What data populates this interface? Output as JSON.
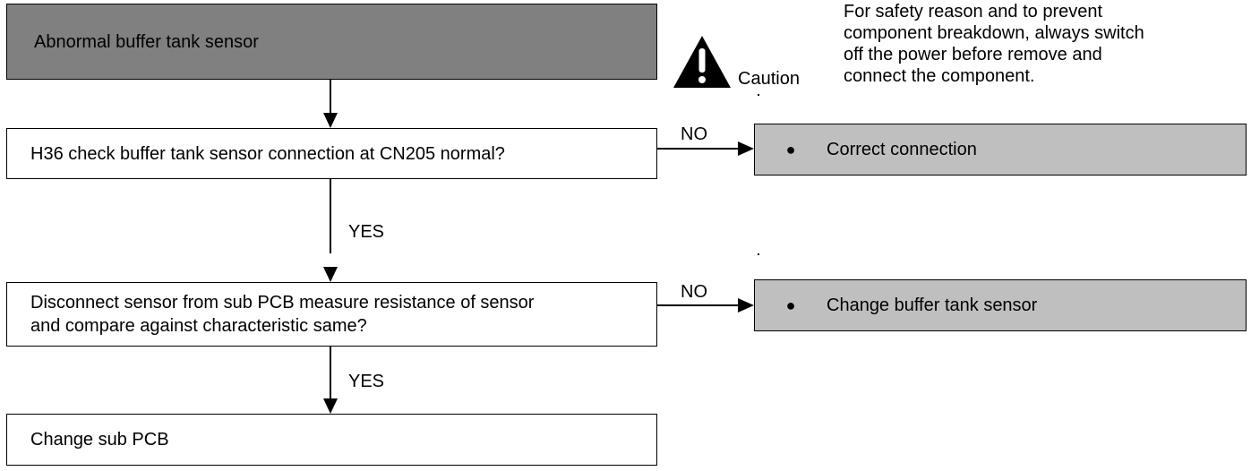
{
  "flow": {
    "start": "Abnormal buffer tank sensor",
    "step1": "H36 check buffer tank sensor connection at CN205 normal?",
    "step2_line1": "Disconnect sensor from sub PCB measure resistance of sensor",
    "step2_line2": "and compare against characteristic same?",
    "end": "Change sub PCB",
    "yes_label_1": "YES",
    "yes_label_2": "YES",
    "no_label_1": "NO",
    "no_label_2": "NO",
    "action1_bullet": "●",
    "action1": "Correct connection",
    "action2_bullet": "●",
    "action2": "Change buffer tank sensor"
  },
  "caution": {
    "label": "Caution",
    "icon": "warning-triangle-icon",
    "note_line1": "For safety reason and to prevent",
    "note_line2": "component breakdown, always switch",
    "note_line3": "off the power before remove and",
    "note_line4": "connect the component."
  },
  "colors": {
    "start_fill": "#808080",
    "action_fill": "#bfbfbf",
    "line": "#000000"
  }
}
